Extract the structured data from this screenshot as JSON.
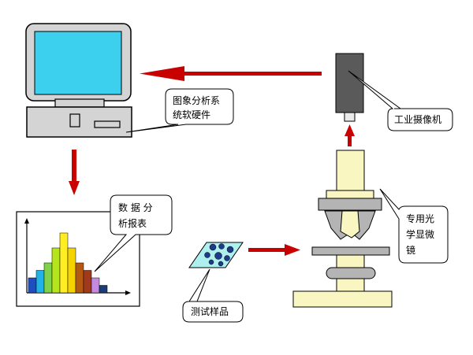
{
  "labels": {
    "software": [
      "图象分析系",
      "统软硬件"
    ],
    "camera": [
      "工业摄像机"
    ],
    "report": [
      "数 据 分",
      "析报表"
    ],
    "sample": [
      "测试样品"
    ],
    "microscope": [
      "专用光",
      "学显微",
      "镜"
    ]
  },
  "colors": {
    "screen": "#3cd0ee",
    "monitor_body": "#d4d4d4",
    "arrow": "#c90000",
    "camera_body": "#5a5a5a",
    "microscope_light": "#faf6c2",
    "microscope_grey": "#b4b4b4",
    "sample_plate": "#aef0ee"
  },
  "histogram": {
    "values": [
      2,
      3,
      4,
      6,
      8,
      6,
      4,
      3,
      2,
      1
    ],
    "colors": [
      "#1f4fbf",
      "#22b2e6",
      "#7fd24a",
      "#b5e61d",
      "#ffee22",
      "#f3d400",
      "#b35a10",
      "#a03a1a",
      "#c58ae0",
      "#1a3d7a"
    ]
  }
}
